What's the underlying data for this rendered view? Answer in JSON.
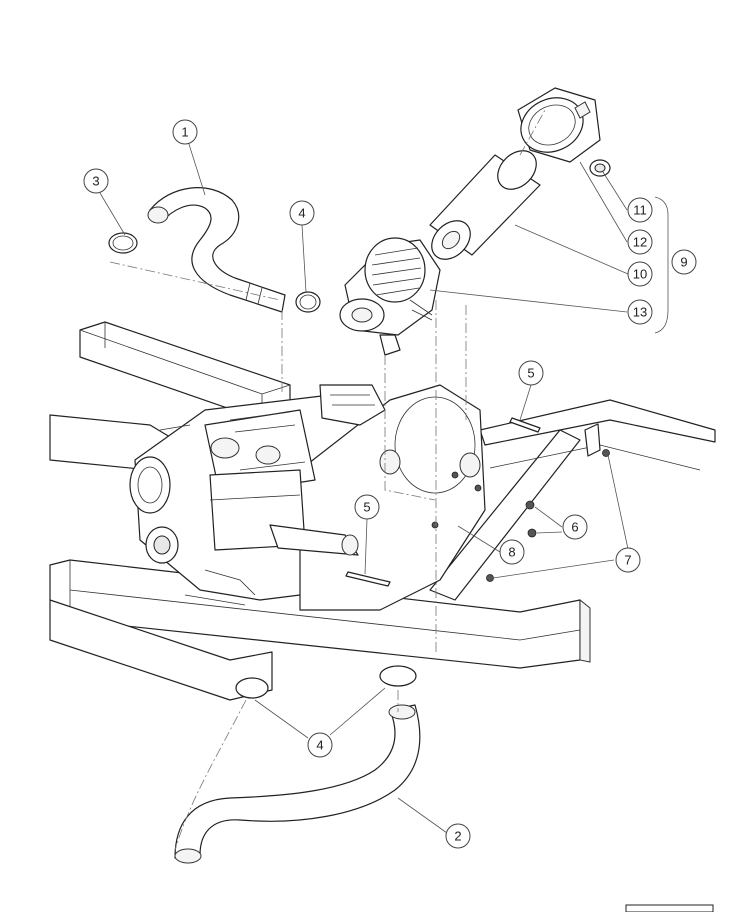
{
  "callouts": [
    {
      "id": "c1",
      "label": "1"
    },
    {
      "id": "c2",
      "label": "2"
    },
    {
      "id": "c3",
      "label": "3"
    },
    {
      "id": "c4a",
      "label": "4"
    },
    {
      "id": "c4b",
      "label": "4"
    },
    {
      "id": "c5a",
      "label": "5"
    },
    {
      "id": "c5b",
      "label": "5"
    },
    {
      "id": "c6",
      "label": "6"
    },
    {
      "id": "c7",
      "label": "7"
    },
    {
      "id": "c8",
      "label": "8"
    },
    {
      "id": "c9",
      "label": "9"
    },
    {
      "id": "c10",
      "label": "10"
    },
    {
      "id": "c11",
      "label": "11"
    },
    {
      "id": "c12",
      "label": "12"
    },
    {
      "id": "c13",
      "label": "13"
    }
  ],
  "parts": {
    "frame": "frame-chassis",
    "engine": "engine-block",
    "air_cleaner": "air-cleaner-assembly",
    "intake_hose_upper": "intake-hose-upper",
    "intake_hose_lower": "intake-hose-lower",
    "filter_element": "filter-element",
    "cover": "air-cleaner-cover",
    "valve": "evacuator-valve"
  }
}
